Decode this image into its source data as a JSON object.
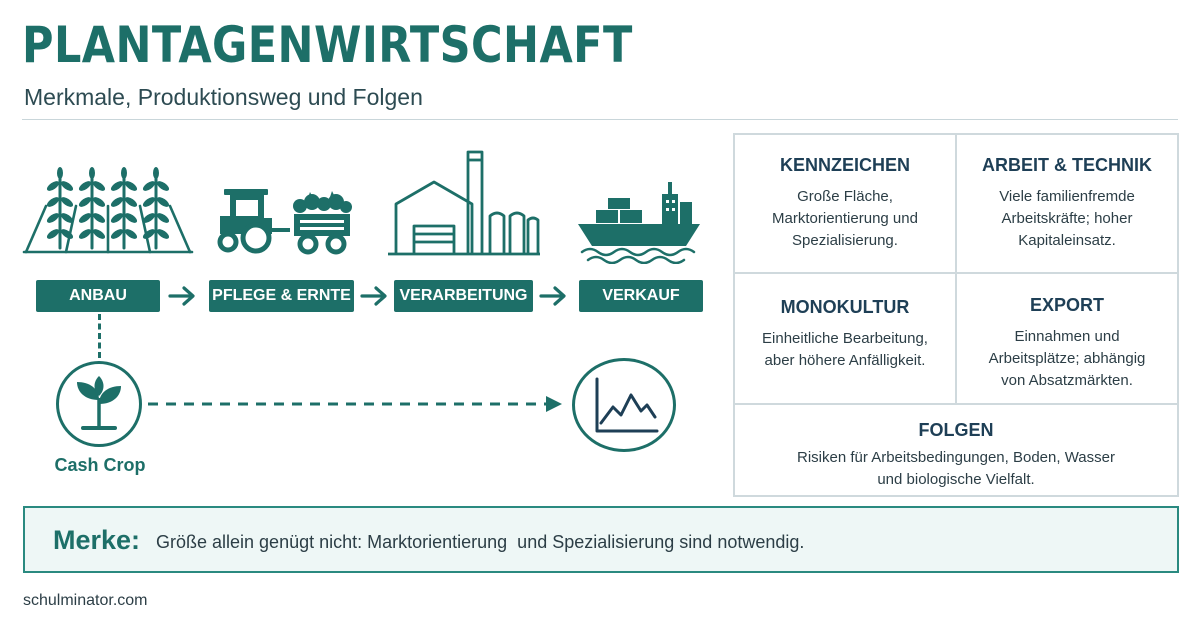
{
  "header": {
    "title": "PLANTAGENWIRTSCHAFT",
    "subtitle": "Merkmale, Produktionsweg und Folgen"
  },
  "process": {
    "steps": [
      {
        "label": "ANBAU",
        "icon": "field-plants-icon"
      },
      {
        "label": "PFLEGE & ERNTE",
        "icon": "tractor-trailer-icon"
      },
      {
        "label": "VERARBEITUNG",
        "icon": "factory-icon"
      },
      {
        "label": "VERKAUF",
        "icon": "cargo-ship-icon"
      }
    ]
  },
  "cash_crop": {
    "label": "Cash Crop",
    "icon": "sprout-icon",
    "target_icon": "price-fluctuation-chart-icon"
  },
  "grid": {
    "kennzeichen": {
      "title": "KENNZEICHEN",
      "line1": "Große Fläche,",
      "line2": "Marktorientierung und",
      "line3": "Spezialisierung."
    },
    "arbeit": {
      "title": "ARBEIT & TECHNIK",
      "line1": "Viele familienfremde",
      "line2": "Arbeitskräfte; hoher",
      "line3": "Kapitaleinsatz."
    },
    "monokultur": {
      "title": "MONOKULTUR",
      "line1": "Einheitliche Bearbeitung,",
      "line2": "aber höhere Anfälligkeit."
    },
    "export": {
      "title": "EXPORT",
      "line1": "Einnahmen und",
      "line2": "Arbeitsplätze; abhängig",
      "line3": "von Absatzmärkten."
    },
    "folgen": {
      "title": "FOLGEN",
      "line1": "Risiken für Arbeitsbedingungen, Boden, Wasser",
      "line2": "und biologische Vielfalt."
    }
  },
  "merke": {
    "label": "Merke:",
    "text": "Größe allein genügt nicht: Marktorientierung  und Spezialisierung sind notwendig."
  },
  "footer": {
    "source": "schulminator.com"
  },
  "colors": {
    "primary": "#1d6f68",
    "heading": "#1e3f56",
    "border": "#cfd9dd",
    "merke_bg": "#eef7f6"
  }
}
